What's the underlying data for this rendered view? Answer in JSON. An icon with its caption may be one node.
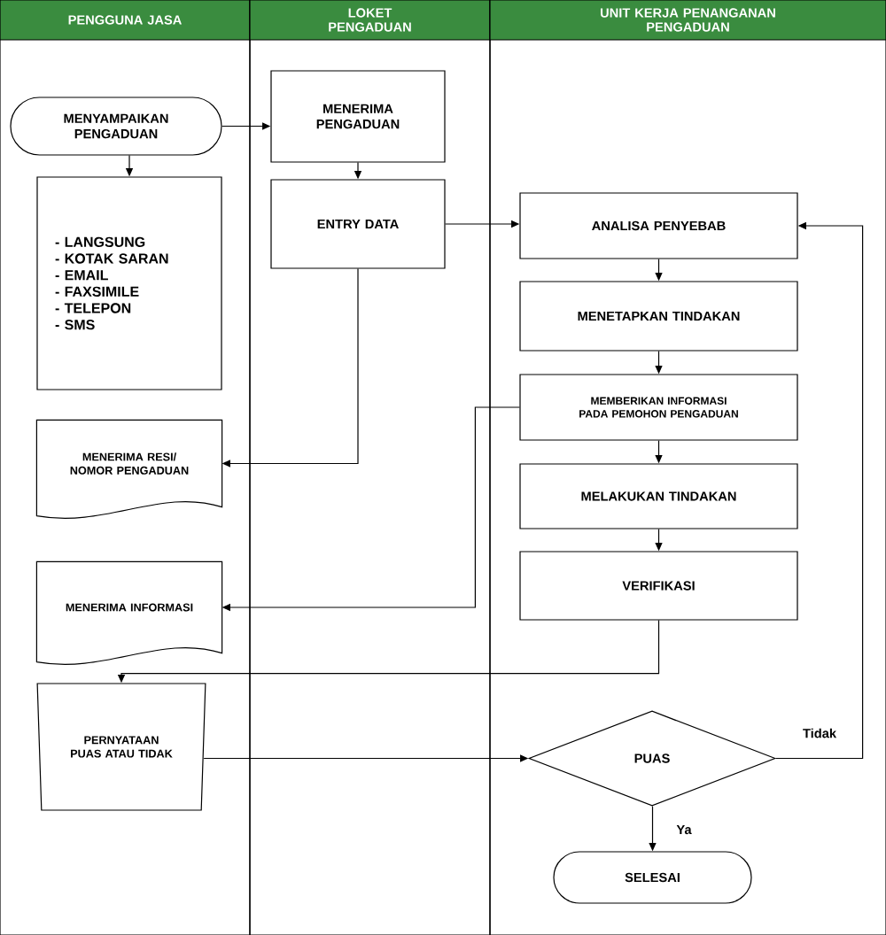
{
  "diagram": {
    "nodes": [
      {
        "text": [
          "PENGGUNA JASA"
        ]
      },
      {
        "text": [
          "LOKET PENGADUAN"
        ]
      },
      {
        "text": [
          "UNIT KERJA PENANGANAN PENGADUAN"
        ]
      },
      {
        "text": [
          "MENYAMPAIKAN PENGADUAN"
        ],
        "in": 0
      },
      {
        "text": [
          "- LANGSUNG",
          "- KOTAK SARAN",
          "- EMAIL",
          "- FAXSIMILE",
          "- TELEPON",
          "- SMS"
        ],
        "in": 0
      },
      {
        "text": [
          "MENERIMA RESI/ NOMOR PENGADUAN"
        ],
        "in": 0
      },
      {
        "text": [
          "MENERIMA INFORMASI"
        ],
        "in": 0
      },
      {
        "text": [
          "PERNYATAAN PUAS ATAU TIDAK"
        ],
        "in": 0
      },
      {
        "text": [
          "MENERIMA PENGADUAN"
        ],
        "in": 1
      },
      {
        "text": [
          "ENTRY DATA"
        ],
        "in": 1
      },
      {
        "text": [
          "ANALISA PENYEBAB"
        ],
        "in": 2
      },
      {
        "text": [
          "MENETAPKAN TINDAKAN"
        ],
        "in": 2
      },
      {
        "text": [
          "MEMBERIKAN INFORMASI PADA PEMOHON PENGADUAN"
        ],
        "in": 2
      },
      {
        "text": [
          "MELAKUKAN TINDAKAN"
        ],
        "in": 2
      },
      {
        "text": [
          "VERIFIKASI"
        ],
        "in": 2
      },
      {
        "text": [
          "PUAS"
        ],
        "in": 2
      },
      {
        "text": [
          "SELESAI"
        ],
        "in": 2
      }
    ],
    "edges": [
      {
        "from": 3,
        "to": 8,
        "arrow": "to"
      },
      {
        "from": 3,
        "to": 4,
        "arrow": "to"
      },
      {
        "from": 8,
        "to": 9,
        "arrow": "to"
      },
      {
        "from": 9,
        "to": 10,
        "arrow": "to"
      },
      {
        "from": 9,
        "to": 5,
        "arrow": "to"
      },
      {
        "from": 10,
        "to": 11,
        "arrow": "to"
      },
      {
        "from": 11,
        "to": 12,
        "arrow": "to"
      },
      {
        "from": 12,
        "to": 13,
        "arrow": "to"
      },
      {
        "from": 13,
        "to": 14,
        "arrow": "to"
      },
      {
        "from": 12,
        "to": 6,
        "arrow": "to"
      },
      {
        "from": 14,
        "to": 7,
        "arrow": "to"
      },
      {
        "from": 7,
        "to": 15,
        "arrow": "to"
      },
      {
        "from": 15,
        "to": 10,
        "arrow": "to",
        "label": "Tidak"
      },
      {
        "from": 15,
        "to": 16,
        "arrow": "to",
        "label": "Ya"
      }
    ]
  }
}
